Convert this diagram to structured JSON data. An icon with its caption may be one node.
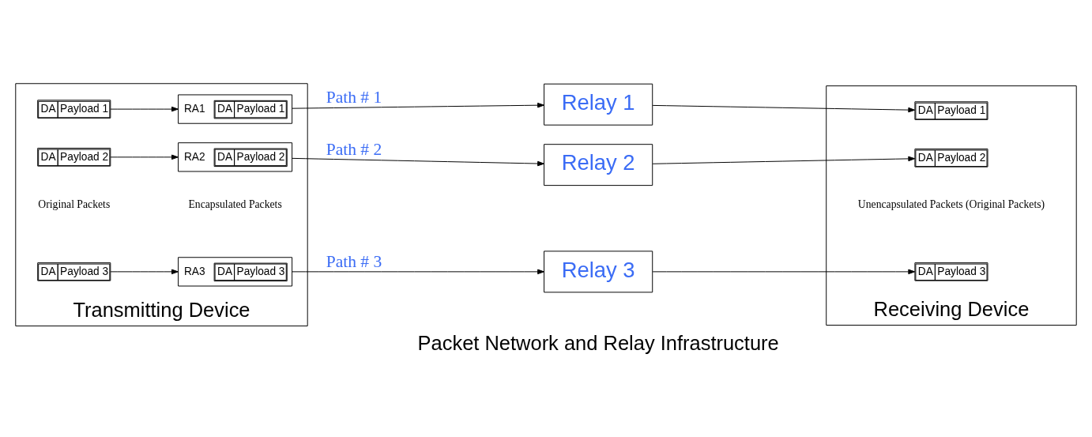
{
  "diagram": {
    "nodes": [
      {
        "text": [
          "Transmitting Device"
        ]
      },
      {
        "text": [
          "DA",
          "Payload 1"
        ],
        "in": 0
      },
      {
        "text": [
          "DA",
          "Payload 2"
        ],
        "in": 0
      },
      {
        "text": [
          "DA",
          "Payload 3"
        ],
        "in": 0
      },
      {
        "text": [
          "RA1",
          "DA",
          "Payload 1"
        ],
        "in": 0
      },
      {
        "text": [
          "RA2",
          "DA",
          "Payload 2"
        ],
        "in": 0
      },
      {
        "text": [
          "RA3",
          "DA",
          "Payload 3"
        ],
        "in": 0
      },
      {
        "text": [
          "Relay 1"
        ]
      },
      {
        "text": [
          "Relay 2"
        ]
      },
      {
        "text": [
          "Relay 3"
        ]
      },
      {
        "text": [
          "Receiving Device"
        ]
      },
      {
        "text": [
          "DA",
          "Payload 1"
        ],
        "in": 10
      },
      {
        "text": [
          "DA",
          "Payload 2"
        ],
        "in": 10
      },
      {
        "text": [
          "DA",
          "Payload 3"
        ],
        "in": 10
      }
    ],
    "edges": [
      {
        "from": 1,
        "to": 4,
        "arrow": "to"
      },
      {
        "from": 2,
        "to": 5,
        "arrow": "to"
      },
      {
        "from": 3,
        "to": 6,
        "arrow": "to"
      },
      {
        "from": 4,
        "to": 7,
        "arrow": "to",
        "label": "Path # 1"
      },
      {
        "from": 5,
        "to": 8,
        "arrow": "to",
        "label": "Path # 2"
      },
      {
        "from": 6,
        "to": 9,
        "arrow": "to",
        "label": "Path # 3"
      },
      {
        "from": 7,
        "to": 11,
        "arrow": "to"
      },
      {
        "from": 8,
        "to": 12,
        "arrow": "to"
      },
      {
        "from": 9,
        "to": 13,
        "arrow": "to"
      }
    ],
    "labels": [
      "Original Packets",
      "Encapsulated Packets",
      "Unencapsulated Packets (Original Packets)",
      "Packet Network and Relay Infrastructure"
    ]
  }
}
